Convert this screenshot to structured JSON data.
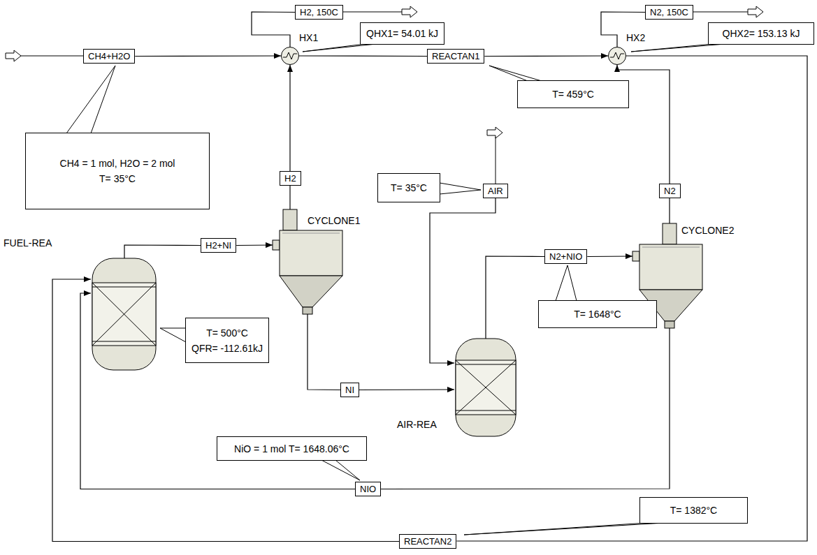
{
  "diagram": {
    "nodes": [
      {
        "text": [
          "H2, 150C"
        ]
      },
      {
        "text": [
          "N2, 150C"
        ]
      },
      {
        "text": [
          "HX1"
        ]
      },
      {
        "text": [
          "QHX1= 54.01 kJ"
        ]
      },
      {
        "text": [
          "HX2"
        ]
      },
      {
        "text": [
          "QHX2= 153.13 kJ"
        ]
      },
      {
        "text": [
          "CH4+H2O"
        ]
      },
      {
        "text": [
          "REACTAN1"
        ]
      },
      {
        "text": [
          "CH4 = 1 mol, H2O = 2 mol",
          "T= 35°C"
        ]
      },
      {
        "text": [
          "T= 459°C"
        ]
      },
      {
        "text": [
          "H2"
        ]
      },
      {
        "text": [
          "T= 35°C"
        ]
      },
      {
        "text": [
          "AIR"
        ]
      },
      {
        "text": [
          "N2"
        ]
      },
      {
        "text": [
          "CYCLONE1"
        ]
      },
      {
        "text": [
          "CYCLONE2"
        ]
      },
      {
        "text": [
          "H2+NI"
        ]
      },
      {
        "text": [
          "N2+NIO"
        ]
      },
      {
        "text": [
          "FUEL-REA"
        ]
      },
      {
        "text": [
          "AIR-REA"
        ]
      },
      {
        "text": [
          "T= 500°C",
          "QFR= -112.61kJ"
        ]
      },
      {
        "text": [
          "NI"
        ]
      },
      {
        "text": [
          "T= 1648°C"
        ]
      },
      {
        "text": [
          "NiO = 1 mol T= 1648.06°C"
        ]
      },
      {
        "text": [
          "NIO"
        ]
      },
      {
        "text": [
          "T= 1382°C"
        ]
      },
      {
        "text": [
          "REACTAN2"
        ]
      }
    ],
    "edges": [
      {
        "from": 6,
        "to": 2,
        "arrow": "to"
      },
      {
        "from": 2,
        "to": 7,
        "arrow": "none"
      },
      {
        "from": 7,
        "to": 4,
        "arrow": "to"
      },
      {
        "from": 4,
        "to": 26,
        "arrow": "none"
      },
      {
        "from": 26,
        "to": 18,
        "arrow": "to"
      },
      {
        "from": 18,
        "to": 16,
        "arrow": "none"
      },
      {
        "from": 16,
        "to": 14,
        "arrow": "to"
      },
      {
        "from": 14,
        "to": 10,
        "arrow": "none"
      },
      {
        "from": 10,
        "to": 2,
        "arrow": "to"
      },
      {
        "from": 2,
        "to": 0,
        "arrow": "none"
      },
      {
        "from": 4,
        "to": 1,
        "arrow": "none"
      },
      {
        "from": 14,
        "to": 21,
        "arrow": "none"
      },
      {
        "from": 21,
        "to": 19,
        "arrow": "to"
      },
      {
        "from": 12,
        "to": 19,
        "arrow": "to"
      },
      {
        "from": 19,
        "to": 17,
        "arrow": "none"
      },
      {
        "from": 17,
        "to": 15,
        "arrow": "to"
      },
      {
        "from": 15,
        "to": 13,
        "arrow": "none"
      },
      {
        "from": 13,
        "to": 4,
        "arrow": "to"
      },
      {
        "from": 15,
        "to": 24,
        "arrow": "none"
      },
      {
        "from": 24,
        "to": 18,
        "arrow": "to"
      }
    ]
  }
}
